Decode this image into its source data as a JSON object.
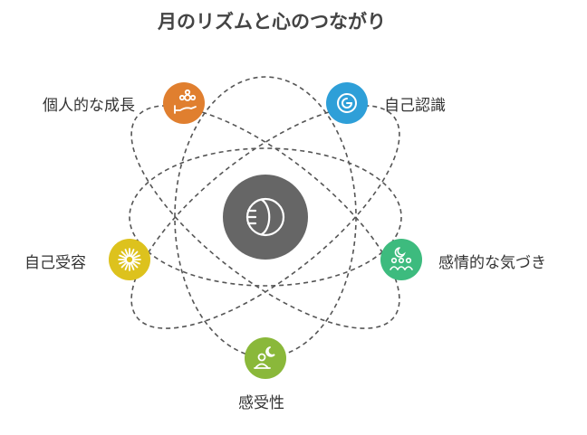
{
  "title": "月のリズムと心のつながり",
  "center": {
    "icon": "moon-cycle-icon",
    "color": "#666666"
  },
  "nodes": [
    {
      "id": "personal-growth",
      "label": "個人的な成長",
      "icon": "hand-flower-icon",
      "color": "#E07F2F"
    },
    {
      "id": "self-awareness",
      "label": "自己認識",
      "icon": "circular-mind-icon",
      "color": "#2E9FD8"
    },
    {
      "id": "self-acceptance",
      "label": "自己受容",
      "icon": "sunburst-icon",
      "color": "#DDC21D"
    },
    {
      "id": "emotional-awareness",
      "label": "感情的な気づき",
      "icon": "people-moon-icon",
      "color": "#3DBB7E"
    },
    {
      "id": "sensitivity",
      "label": "感受性",
      "icon": "person-moon-icon",
      "color": "#8AB83A"
    }
  ]
}
